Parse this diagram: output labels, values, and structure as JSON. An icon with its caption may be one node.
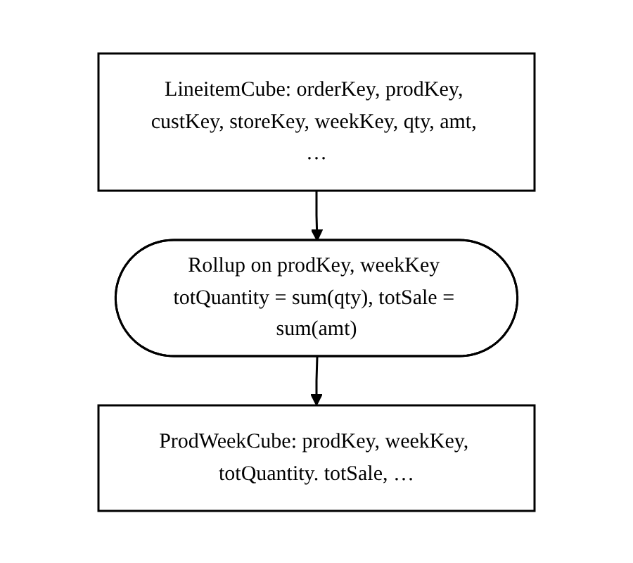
{
  "diagram": {
    "nodes": [
      {
        "text": [
          "LineitemCube: orderKey, prodKey, custKey, storeKey, weekKey, qty, amt, …"
        ]
      },
      {
        "text": [
          "Rollup on prodKey, weekKey totQuantity = sum(qty), totSale = sum(amt)"
        ]
      },
      {
        "text": [
          "ProdWeekCube: prodKey, weekKey, totQuantity. totSale, …"
        ]
      }
    ],
    "edges": [
      {
        "from": 0,
        "to": 1,
        "arrow": "to"
      },
      {
        "from": 1,
        "to": 2,
        "arrow": "to"
      }
    ]
  }
}
